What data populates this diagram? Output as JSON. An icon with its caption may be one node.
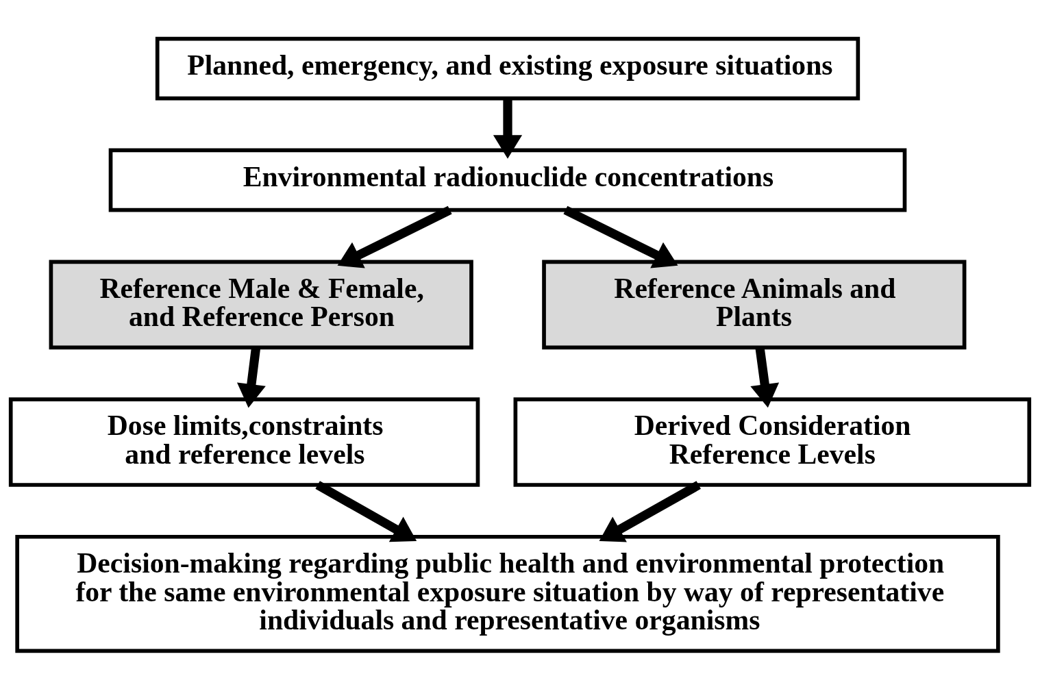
{
  "diagram": {
    "nodes": [
      {
        "text": [
          "Planned, emergency, and existing exposure situations"
        ]
      },
      {
        "text": [
          "Environmental radionuclide concentrations"
        ]
      },
      {
        "text": [
          "Reference Male & Female, and Reference Person"
        ]
      },
      {
        "text": [
          "Reference Animals and Plants"
        ]
      },
      {
        "text": [
          "Dose limits,constraints and reference levels"
        ]
      },
      {
        "text": [
          "Derived Consideration Reference Levels"
        ]
      },
      {
        "text": [
          "Decision-making regarding public health and environmental protection for the same environmental exposure situation by way of representative individuals and representative organisms"
        ]
      }
    ],
    "edges": [
      {
        "from": 0,
        "to": 1,
        "arrow": "to"
      },
      {
        "from": 1,
        "to": 2,
        "arrow": "to"
      },
      {
        "from": 1,
        "to": 3,
        "arrow": "to"
      },
      {
        "from": 2,
        "to": 4,
        "arrow": "to"
      },
      {
        "from": 3,
        "to": 5,
        "arrow": "to"
      },
      {
        "from": 4,
        "to": 6,
        "arrow": "to"
      },
      {
        "from": 5,
        "to": 6,
        "arrow": "to"
      }
    ]
  }
}
